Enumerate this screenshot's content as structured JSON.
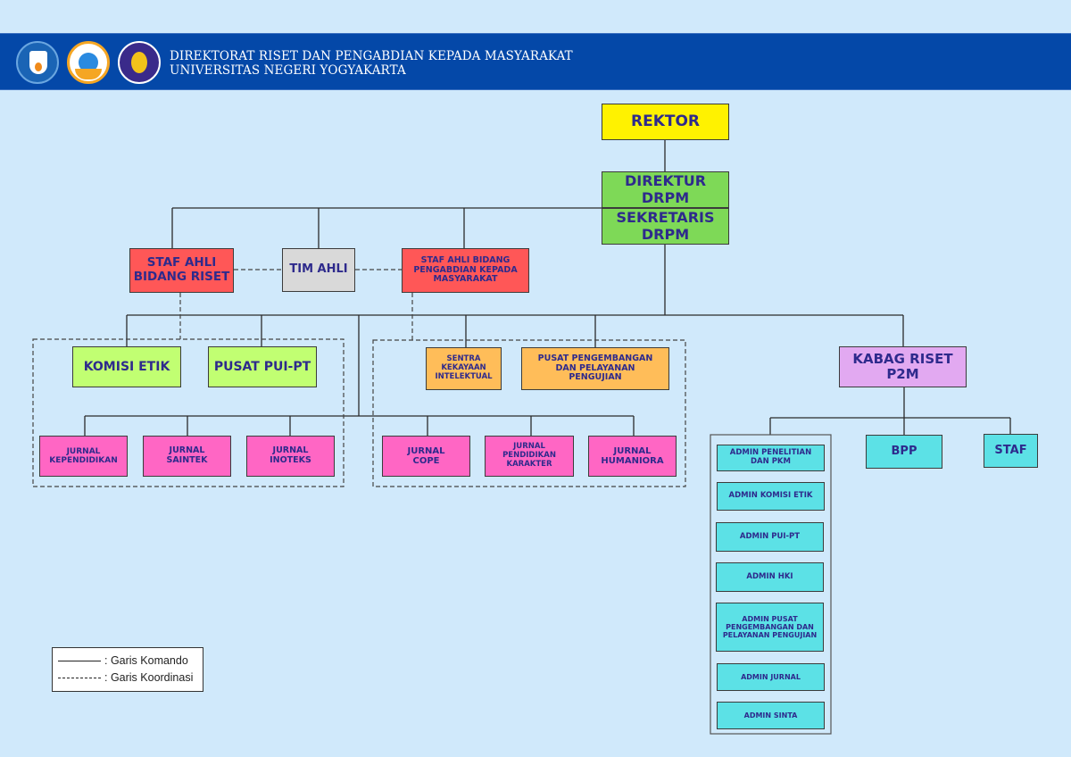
{
  "header": {
    "title_line1": "DIREKTORAT RISET DAN PENGABDIAN KEPADA MASYARAKAT",
    "title_line2": "UNIVERSITAS NEGERI YOGYAKARTA",
    "logos": [
      "kemendikbud-logo",
      "diktisaintek-berdampak-logo",
      "uny-logo"
    ],
    "bar_color": "#0448a8"
  },
  "colors": {
    "background": "#d0e9fb",
    "rektor": "#fff200",
    "direktur": "#7ed957",
    "staf_ahli": "#ff5757",
    "tim_ahli": "#d9d9d9",
    "pusat": "#c1ff72",
    "sentra": "#ffbd59",
    "jurnal": "#ff66c4",
    "kabag": "#e2a9f1",
    "admin": "#5ce1e6",
    "text": "#2e2a8c"
  },
  "nodes": {
    "rektor": "REKTOR",
    "direktur": "DIREKTUR DRPM",
    "sekretaris": "SEKRETARIS DRPM",
    "staf_ahli_riset": "STAF AHLI BIDANG RISET",
    "tim_ahli": "TIM AHLI",
    "staf_ahli_pkm": "STAF AHLI BIDANG PENGABDIAN KEPADA MASYARAKAT",
    "komisi_etik": "KOMISI ETIK",
    "pusat_pui": "PUSAT PUI-PT",
    "sentra_ki": "SENTRA KEKAYAAN INTELEKTUAL",
    "pusat_p3": "PUSAT PENGEMBANGAN DAN PELAYANAN PENGUJIAN",
    "kabag": "KABAG RISET P2M",
    "jurnal_kependidikan": "JURNAL KEPENDIDIKAN",
    "jurnal_saintek": "JURNAL SAINTEK",
    "jurnal_inoteks": "JURNAL INOTEKS",
    "jurnal_cope": "JURNAL COPE",
    "jurnal_pendkar": "JURNAL PENDIDIKAN KARAKTER",
    "jurnal_humaniora": "JURNAL HUMANIORA",
    "bpp": "BPP",
    "staf": "STAF",
    "admins": [
      "ADMIN PENELITIAN DAN PKM",
      "ADMIN KOMISI ETIK",
      "ADMIN PUI-PT",
      "ADMIN HKI",
      "ADMIN PUSAT PENGEMBANGAN DAN PELAYANAN PENGUJIAN",
      "ADMIN JURNAL",
      "ADMIN SINTA"
    ]
  },
  "legend": {
    "komando": ": Garis Komando",
    "koordinasi": ": Garis Koordinasi"
  }
}
